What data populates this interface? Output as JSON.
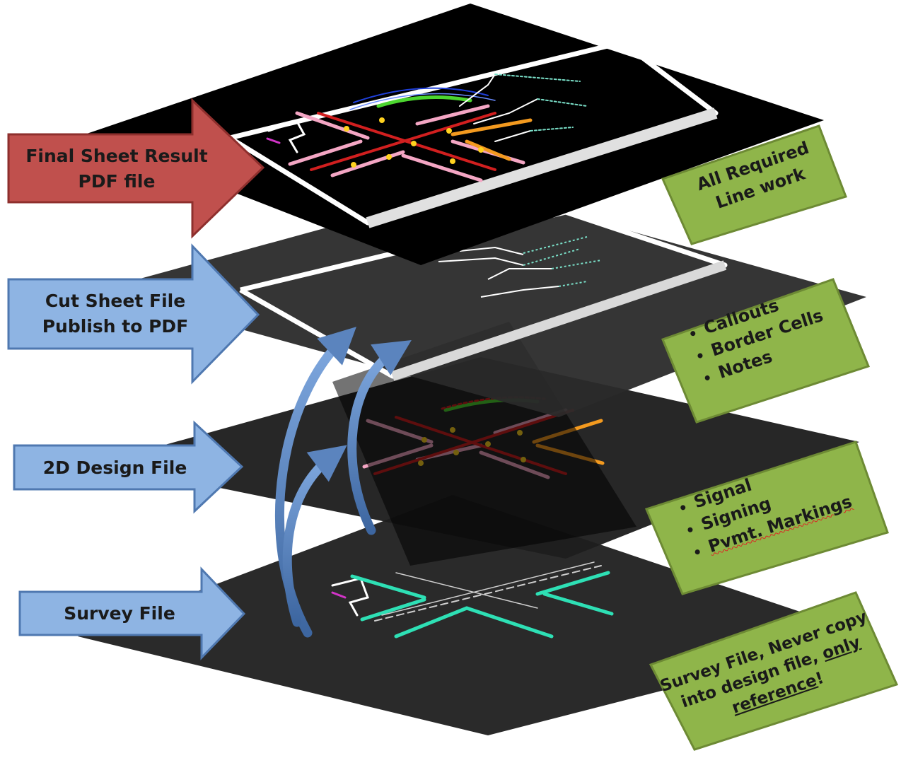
{
  "layers": [
    {
      "arrow_label_lines": [
        "Final Sheet Result",
        "PDF file"
      ],
      "arrow_color": "#c0504d",
      "note_lines": [
        "All Required",
        "Line work"
      ]
    },
    {
      "arrow_label_lines": [
        "Cut Sheet File",
        "Publish to PDF"
      ],
      "arrow_color": "#8eb4e3",
      "note_bullets": [
        "Callouts",
        "Border Cells",
        "Notes"
      ]
    },
    {
      "arrow_label_lines": [
        "2D Design File"
      ],
      "arrow_color": "#8eb4e3",
      "note_bullets": [
        "Signal",
        "Signing",
        "Pvmt. Markings"
      ]
    },
    {
      "arrow_label_lines": [
        "Survey File"
      ],
      "arrow_color": "#8eb4e3",
      "note_text": {
        "part1": "Survey File, Never copy",
        "part2": "into design file, ",
        "part3": "only",
        "part4": "reference",
        "part5": "!"
      }
    }
  ],
  "colors": {
    "note_fill": "#8fb54a",
    "note_border": "#6d8a34",
    "sheet_top": "#000000",
    "sheet_mid": "#222222",
    "pink": "#f4a6c4",
    "red": "#d11f1f",
    "yellow": "#ffd21f",
    "orange": "#f39a1f",
    "green": "#4cd62f",
    "teal": "#2ee0b5",
    "magenta": "#d234c8"
  }
}
